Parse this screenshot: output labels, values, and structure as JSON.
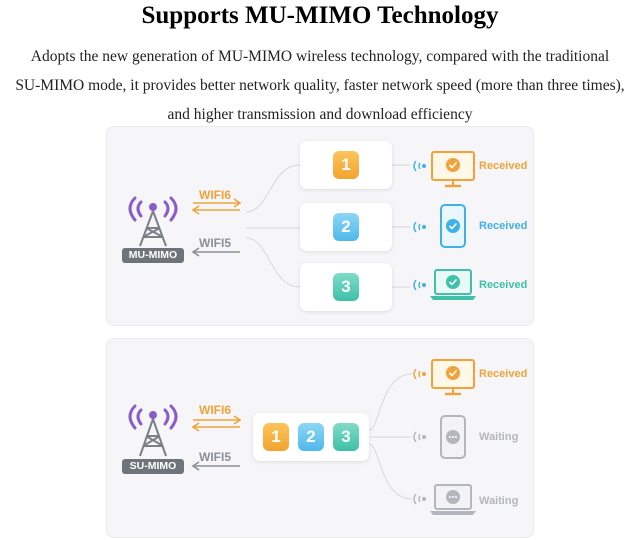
{
  "header": {
    "title": "Supports MU-MIMO Technology",
    "description_lines": [
      "Adopts the new generation of MU-MIMO wireless technology, compared with the traditional",
      "SU-MIMO mode, it provides better network quality, faster network speed (more than three times),",
      "and higher transmission and download efficiency"
    ]
  },
  "mu_panel": {
    "tower_label": "MU-MIMO",
    "wifi6_label": "WIFI6",
    "wifi5_label": "WIFI5",
    "channels": [
      "1",
      "2",
      "3"
    ],
    "devices": [
      {
        "icon": "monitor-icon",
        "status": "Received"
      },
      {
        "icon": "phone-icon",
        "status": "Received"
      },
      {
        "icon": "laptop-icon",
        "status": "Received"
      }
    ]
  },
  "su_panel": {
    "tower_label": "SU-MIMO",
    "wifi6_label": "WIFI6",
    "wifi5_label": "WIFI5",
    "channels": [
      "1",
      "2",
      "3"
    ],
    "devices": [
      {
        "icon": "monitor-icon",
        "status": "Received"
      },
      {
        "icon": "phone-icon",
        "status": "Waiting"
      },
      {
        "icon": "laptop-icon",
        "status": "Waiting"
      }
    ]
  },
  "colors": {
    "accent_orange": "#f0a33a",
    "antenna_purple": "#8a5cc9",
    "device_blue": "#3fb0e8",
    "device_teal": "#3fc0a8",
    "waiting_gray": "#b3b6bc"
  }
}
